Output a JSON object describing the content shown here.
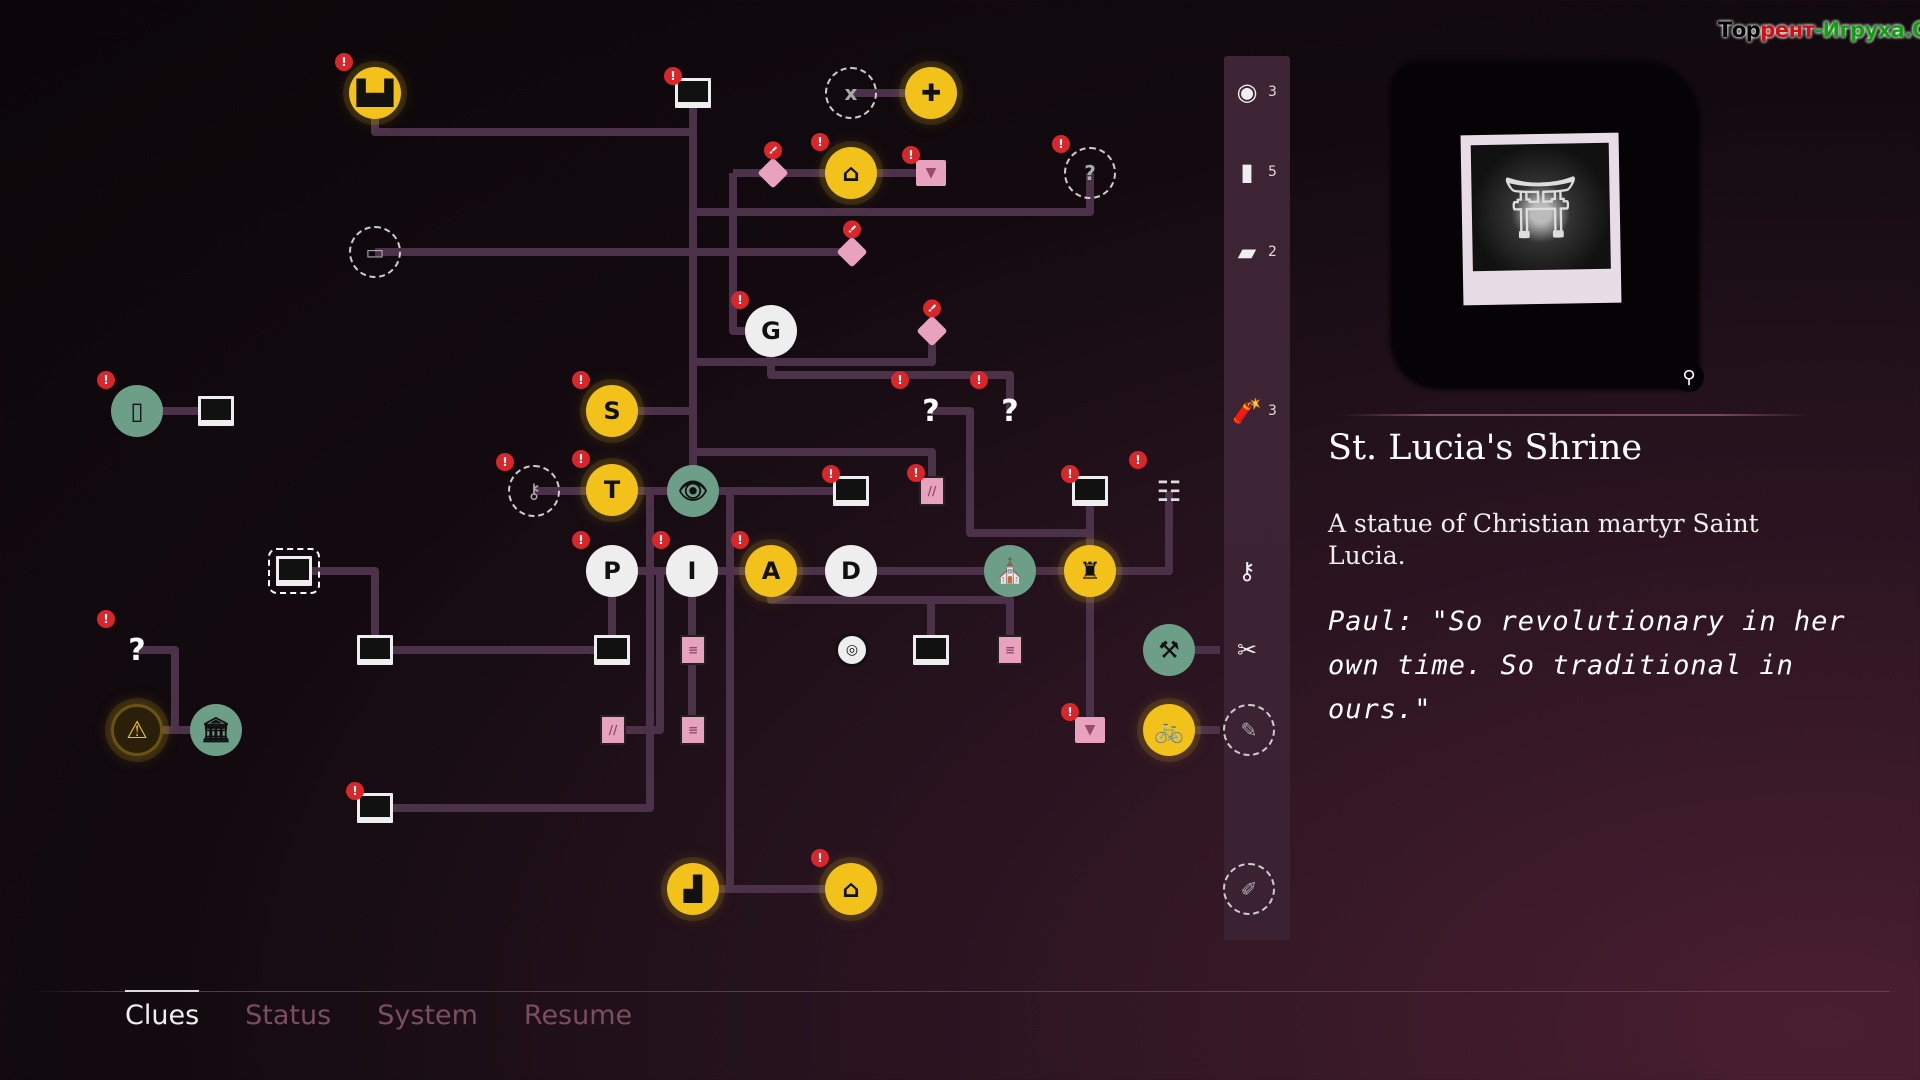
{
  "watermark": {
    "part1": "Тор",
    "part2": "рент",
    "part3": "-Игруха.Орг",
    "colors": [
      "#000000",
      "#d01010",
      "#10a010"
    ]
  },
  "inventory": [
    {
      "icon": "tape-roll-icon",
      "glyph": "◉",
      "count": "3"
    },
    {
      "icon": "matchbox-icon",
      "glyph": "▮",
      "count": "5"
    },
    {
      "icon": "cards-icon",
      "glyph": "▰",
      "count": "2"
    },
    {
      "icon": "dynamite-icon",
      "glyph": "🧨",
      "count": "3"
    },
    {
      "icon": "key-icon",
      "glyph": "⚷",
      "count": ""
    },
    {
      "icon": "pliers-icon",
      "glyph": "✂",
      "count": ""
    }
  ],
  "clue": {
    "title": "St. Lucia's Shrine",
    "description": "A statue of Christian martyr Saint Lucia.",
    "quote": "Paul: \"So revolutionary in her own time. So traditional in ours.\"",
    "zoom_icon": "⚲"
  },
  "tabs": [
    {
      "label": "Clues",
      "active": true
    },
    {
      "label": "Status"
    },
    {
      "label": "System"
    },
    {
      "label": "Resume"
    }
  ],
  "nodes": [
    {
      "name": "factory-clue",
      "kind": "yellow",
      "glyph": "▙▟",
      "alert": true
    },
    {
      "name": "first-aid-clue",
      "kind": "yellow",
      "glyph": "✚",
      "alert": false
    },
    {
      "name": "house-clue",
      "kind": "yellow",
      "glyph": "⌂",
      "alert": true
    },
    {
      "name": "person-s",
      "kind": "yellow",
      "glyph": "S",
      "alert": true
    },
    {
      "name": "person-t",
      "kind": "yellow",
      "glyph": "T",
      "alert": true
    },
    {
      "name": "person-a",
      "kind": "yellow",
      "glyph": "A",
      "alert": true
    },
    {
      "name": "shrine-clue",
      "kind": "yellow",
      "glyph": "♜",
      "alert": false
    },
    {
      "name": "bicycle-clue",
      "kind": "yellow",
      "glyph": "🚲",
      "alert": false
    },
    {
      "name": "factory-clue-2",
      "kind": "yellow",
      "glyph": "▟",
      "alert": false
    },
    {
      "name": "gate-clue",
      "kind": "yellow",
      "glyph": "⌂",
      "alert": true
    },
    {
      "name": "hazard-clue",
      "kind": "yellow dim",
      "glyph": "⚠",
      "alert": false
    },
    {
      "name": "door-location",
      "kind": "green",
      "glyph": "▯",
      "alert": true
    },
    {
      "name": "bank-location",
      "kind": "green",
      "glyph": "🏛",
      "alert": false
    },
    {
      "name": "eye-location",
      "kind": "green",
      "glyph": "👁",
      "alert": false
    },
    {
      "name": "church-location",
      "kind": "green",
      "glyph": "⛪",
      "alert": false
    },
    {
      "name": "tools-location",
      "kind": "green",
      "glyph": "⚒",
      "alert": false
    },
    {
      "name": "person-g",
      "kind": "white",
      "glyph": "G",
      "alert": true
    },
    {
      "name": "person-p",
      "kind": "white",
      "glyph": "P",
      "alert": true
    },
    {
      "name": "person-i",
      "kind": "white",
      "glyph": "I",
      "alert": true
    },
    {
      "name": "person-d",
      "kind": "white",
      "glyph": "D",
      "alert": false
    },
    {
      "name": "locked-barrel",
      "kind": "dashed",
      "glyph": "x",
      "alert": false
    },
    {
      "name": "locked-photo",
      "kind": "dashed",
      "glyph": "▭",
      "alert": false
    },
    {
      "name": "locked-question",
      "kind": "dashed",
      "glyph": "?",
      "alert": true
    },
    {
      "name": "locked-key",
      "kind": "dashed",
      "glyph": "⚷",
      "alert": true
    },
    {
      "name": "locked-brush",
      "kind": "dashed",
      "glyph": "✎",
      "alert": false
    },
    {
      "name": "locked-tool",
      "kind": "dashed",
      "glyph": "✐",
      "alert": false
    },
    {
      "name": "photo-1",
      "kind": "photo",
      "glyph": "",
      "alert": true
    },
    {
      "name": "photo-2",
      "kind": "photo",
      "glyph": "",
      "alert": false
    },
    {
      "name": "photo-3",
      "kind": "photo",
      "glyph": "",
      "alert": true
    },
    {
      "name": "photo-4",
      "kind": "photo",
      "glyph": "",
      "alert": true
    },
    {
      "name": "photo-selected",
      "kind": "photo selected",
      "glyph": "",
      "alert": false
    },
    {
      "name": "photo-6",
      "kind": "photo",
      "glyph": "",
      "alert": false
    },
    {
      "name": "photo-7",
      "kind": "photo",
      "glyph": "",
      "alert": false
    },
    {
      "name": "photo-8",
      "kind": "photo",
      "glyph": "",
      "alert": true
    },
    {
      "name": "photo-9",
      "kind": "photo",
      "glyph": "",
      "alert": false
    },
    {
      "name": "cube-1",
      "kind": "cube",
      "glyph": "",
      "alert": true
    },
    {
      "name": "cube-2",
      "kind": "cube",
      "glyph": "",
      "alert": true
    },
    {
      "name": "cube-3",
      "kind": "cube",
      "glyph": "",
      "alert": true
    },
    {
      "name": "note-1",
      "kind": "pink",
      "glyph": "//",
      "alert": true
    },
    {
      "name": "note-2",
      "kind": "pink",
      "glyph": "≡",
      "alert": false
    },
    {
      "name": "note-3",
      "kind": "pink",
      "glyph": "≡",
      "alert": false
    },
    {
      "name": "note-4",
      "kind": "pink",
      "glyph": "//",
      "alert": false
    },
    {
      "name": "note-5",
      "kind": "pink",
      "glyph": "≡",
      "alert": false
    },
    {
      "name": "book-1",
      "kind": "book",
      "glyph": "▼",
      "alert": true
    },
    {
      "name": "book-2",
      "kind": "book",
      "glyph": "▼",
      "alert": true
    },
    {
      "name": "question-1",
      "kind": "q",
      "glyph": "?",
      "alert": true
    },
    {
      "name": "question-2",
      "kind": "q",
      "glyph": "?",
      "alert": true
    },
    {
      "name": "question-3",
      "kind": "q",
      "glyph": "?",
      "alert": true
    },
    {
      "name": "ladder-clue",
      "kind": "ladder",
      "glyph": "☷",
      "alert": true
    },
    {
      "name": "compass-clue",
      "kind": "compass",
      "glyph": "◎",
      "alert": false
    }
  ]
}
